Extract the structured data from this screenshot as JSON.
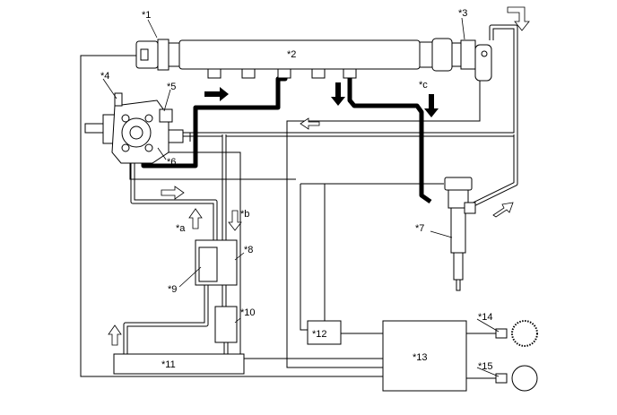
{
  "labels": {
    "l1": "*1",
    "l2": "*2",
    "l3": "*3",
    "l4": "*4",
    "l5": "*5",
    "l6": "*6",
    "l7": "*7",
    "l8": "*8",
    "l9": "*9",
    "l10": "*10",
    "l11": "*11",
    "l12": "*12",
    "l13": "*13",
    "l14": "*14",
    "l15": "*15",
    "la": "*a",
    "lb": "*b",
    "lc": "*c"
  }
}
